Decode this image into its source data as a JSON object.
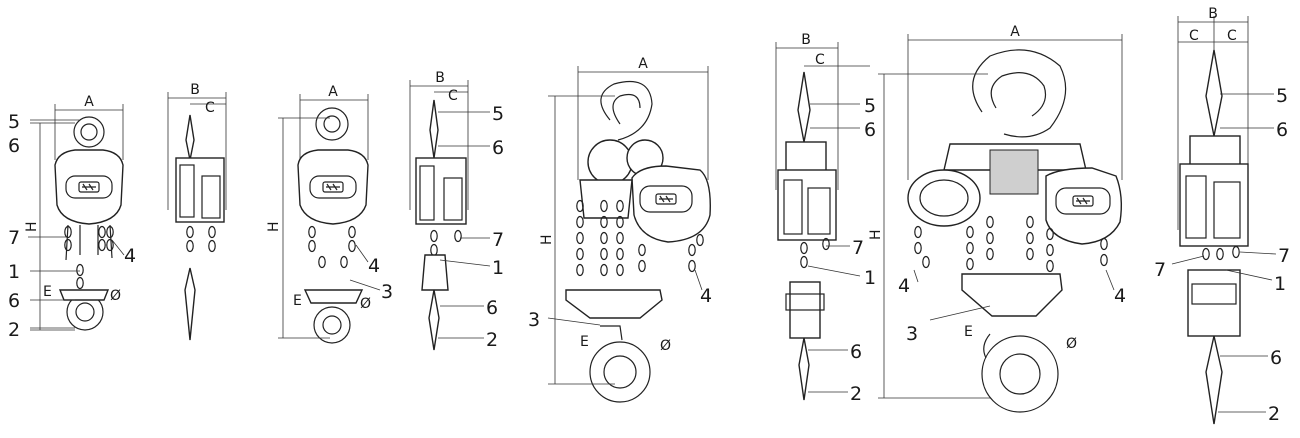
{
  "labels": {
    "A": "A",
    "B": "B",
    "C": "C",
    "H": "H",
    "E": "E",
    "phi": "Ø",
    "n1": "1",
    "n2": "2",
    "n3": "3",
    "n4": "4",
    "n5": "5",
    "n6": "6",
    "n7": "7"
  },
  "colors": {
    "line": "#222222",
    "background": "#ffffff"
  }
}
